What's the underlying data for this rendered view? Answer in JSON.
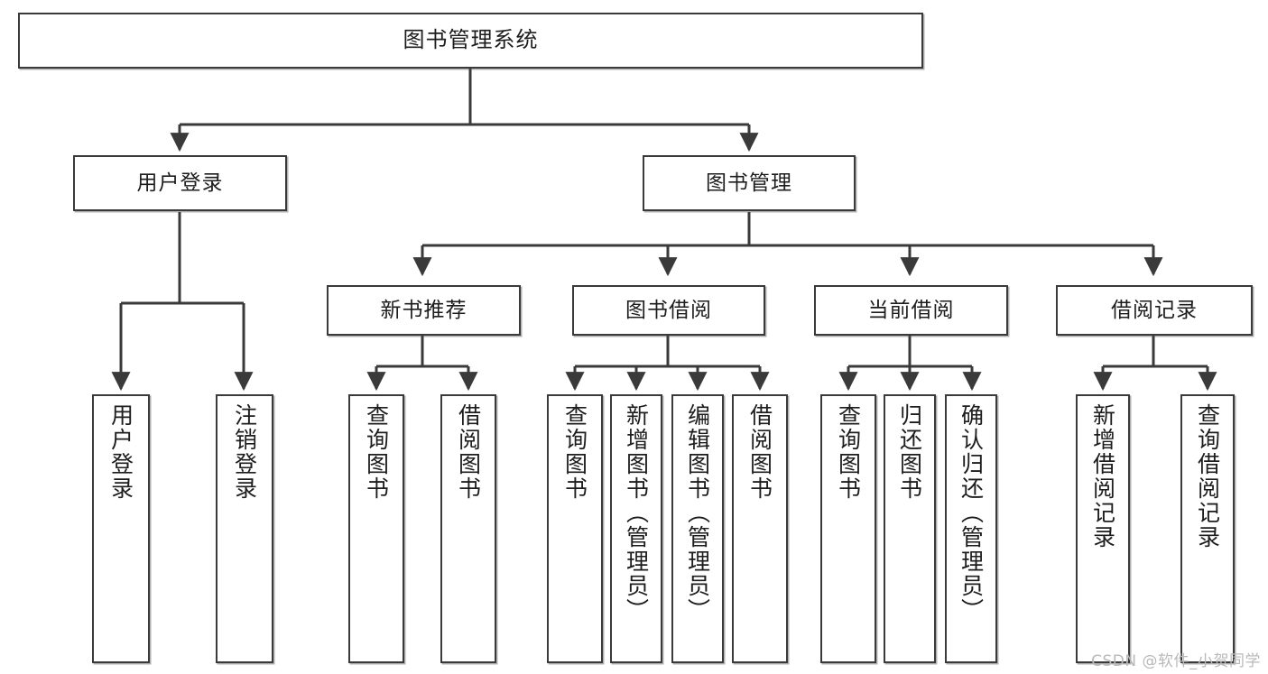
{
  "diagram": {
    "title": "图书管理系统",
    "watermark": "CSDN @软件_小贺同学",
    "stroke_color": "#3a3a3a",
    "fill_color": "#ffffff",
    "text_color": "#1d1d1d",
    "root": {
      "label": "图书管理系统"
    },
    "level2": [
      {
        "label": "用户登录"
      },
      {
        "label": "图书管理"
      }
    ],
    "level3": [
      {
        "label": "新书推荐"
      },
      {
        "label": "图书借阅"
      },
      {
        "label": "当前借阅"
      },
      {
        "label": "借阅记录"
      }
    ],
    "leaves": [
      {
        "label": "用户登录"
      },
      {
        "label": "注销登录"
      },
      {
        "label": "查询图书"
      },
      {
        "label": "借阅图书"
      },
      {
        "label": "查询图书"
      },
      {
        "label": "新增图书（管理员）"
      },
      {
        "label": "编辑图书（管理员）"
      },
      {
        "label": "借阅图书"
      },
      {
        "label": "查询图书"
      },
      {
        "label": "归还图书"
      },
      {
        "label": "确认归还（管理员）"
      },
      {
        "label": "新增借阅记录"
      },
      {
        "label": "查询借阅记录"
      }
    ]
  }
}
